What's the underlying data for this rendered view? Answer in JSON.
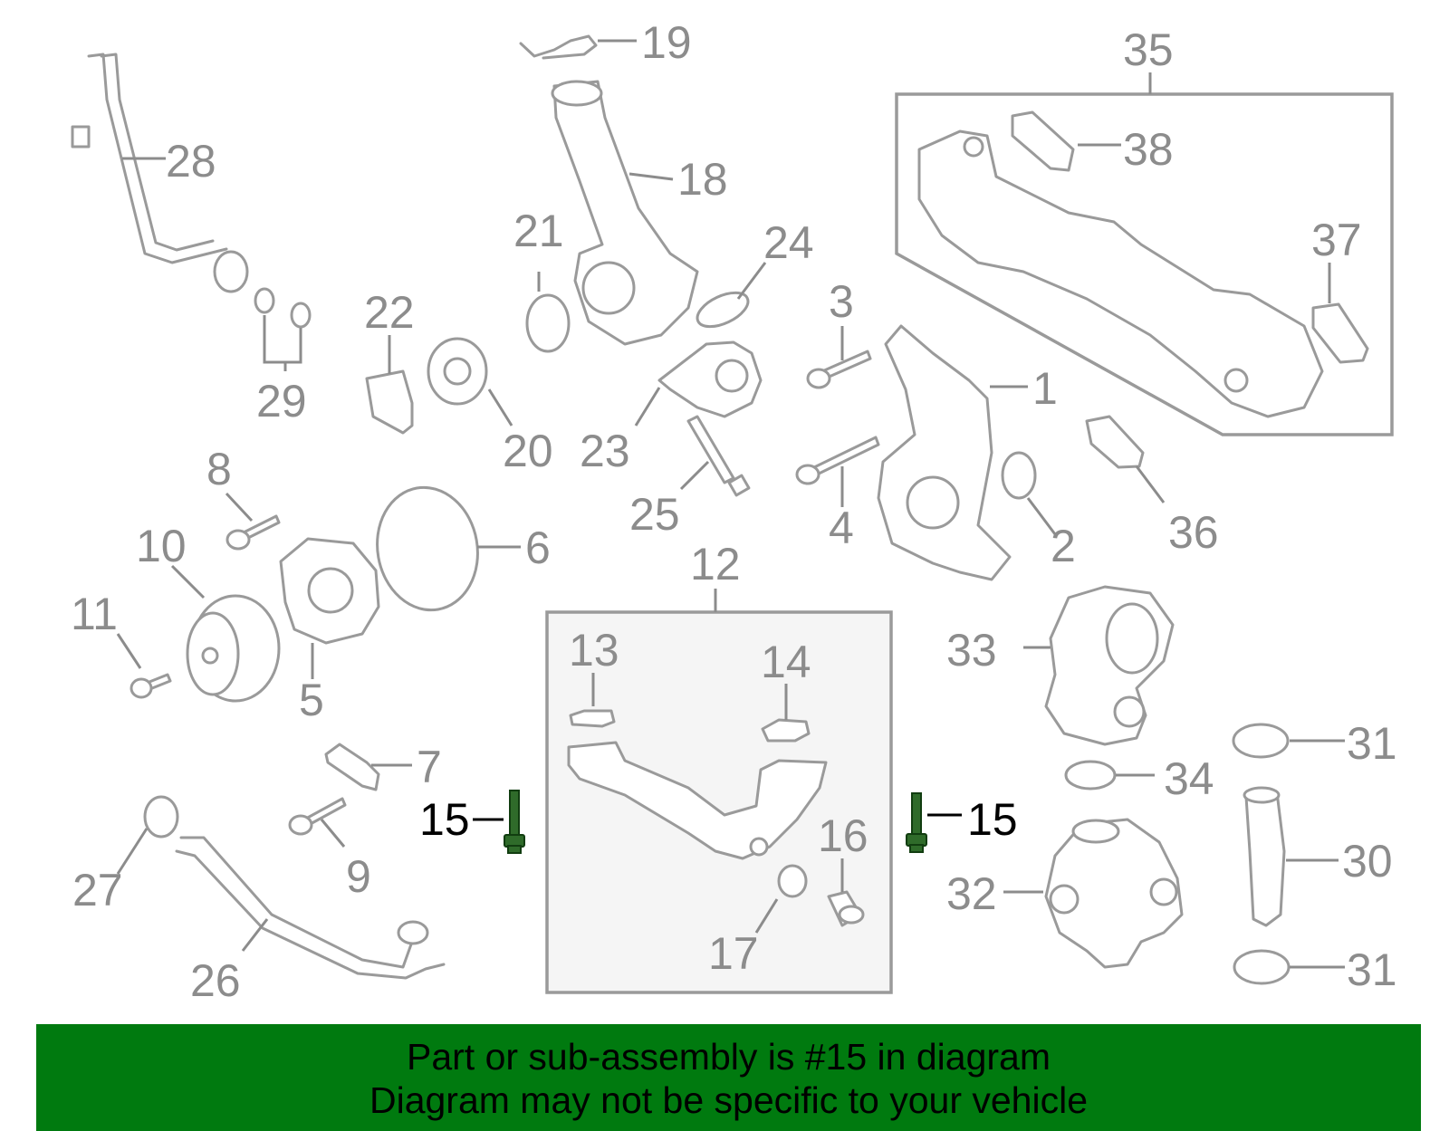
{
  "callouts": {
    "c1": "1",
    "c2": "2",
    "c3": "3",
    "c4": "4",
    "c5": "5",
    "c6": "6",
    "c7": "7",
    "c8": "8",
    "c9": "9",
    "c10": "10",
    "c11": "11",
    "c12": "12",
    "c13": "13",
    "c14": "14",
    "c15a": "15",
    "c15b": "15",
    "c16": "16",
    "c17": "17",
    "c18": "18",
    "c19": "19",
    "c20": "20",
    "c21": "21",
    "c22": "22",
    "c23": "23",
    "c24": "24",
    "c25": "25",
    "c26": "26",
    "c27": "27",
    "c28": "28",
    "c29": "29",
    "c30": "30",
    "c31a": "31",
    "c31b": "31",
    "c32": "32",
    "c33": "33",
    "c34": "34",
    "c35": "35",
    "c36": "36",
    "c37": "37",
    "c38": "38"
  },
  "highlighted_part": "15",
  "banner": {
    "line1": "Part or sub-assembly is #15 in diagram",
    "line2": "Diagram may not be specific to your vehicle"
  },
  "colors": {
    "banner_bg": "#007a0f",
    "part_line": "#9a9a9a",
    "highlight_part": "#2f6b2a"
  }
}
